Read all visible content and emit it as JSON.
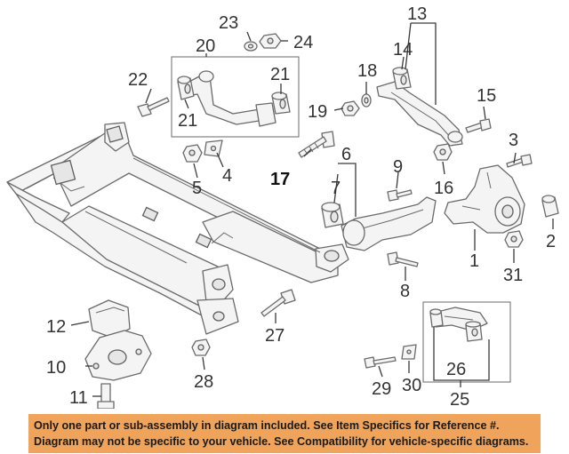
{
  "labels": {
    "l1": "1",
    "l2": "2",
    "l3": "3",
    "l4": "4",
    "l5": "5",
    "l6": "6",
    "l7": "7",
    "l8": "8",
    "l9": "9",
    "l10": "10",
    "l11": "11",
    "l12": "12",
    "l13": "13",
    "l14": "14",
    "l15": "15",
    "l16": "16",
    "l17": "17",
    "l18": "18",
    "l19": "19",
    "l20": "20",
    "l21a": "21",
    "l21b": "21",
    "l22": "22",
    "l23": "23",
    "l24": "24",
    "l25": "25",
    "l26": "26",
    "l27": "27",
    "l28": "28",
    "l29": "29",
    "l30": "30",
    "l31": "31"
  },
  "notice": {
    "line1": "Only one part or sub-assembly in diagram included. See Item Specifics for Reference #.",
    "line2": "Diagram may not be specific to your vehicle. See Compatibility for vehicle-specific diagrams."
  },
  "colors": {
    "banner": "#f0a35a",
    "line_art": "#6a6a6a",
    "label_text": "#333333"
  }
}
